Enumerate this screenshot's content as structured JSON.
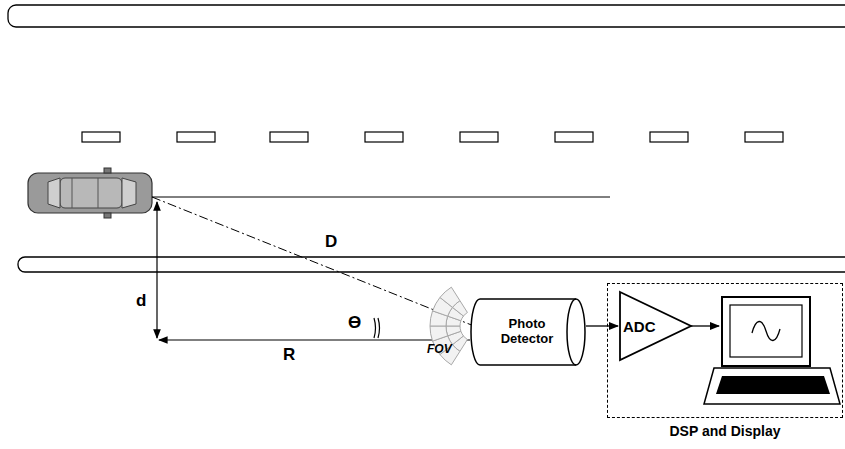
{
  "diagram": {
    "nodes": [
      {
        "text": [
          "Photo Detector"
        ]
      },
      {
        "text": [
          "DSP and Display"
        ]
      },
      {
        "text": [
          "ADC"
        ],
        "in": 1
      }
    ],
    "edges": [
      {
        "from": 0,
        "to": 2,
        "arrow": "to"
      }
    ],
    "labels": [
      "D",
      "d",
      "ϴ",
      "R",
      "FOV"
    ]
  }
}
